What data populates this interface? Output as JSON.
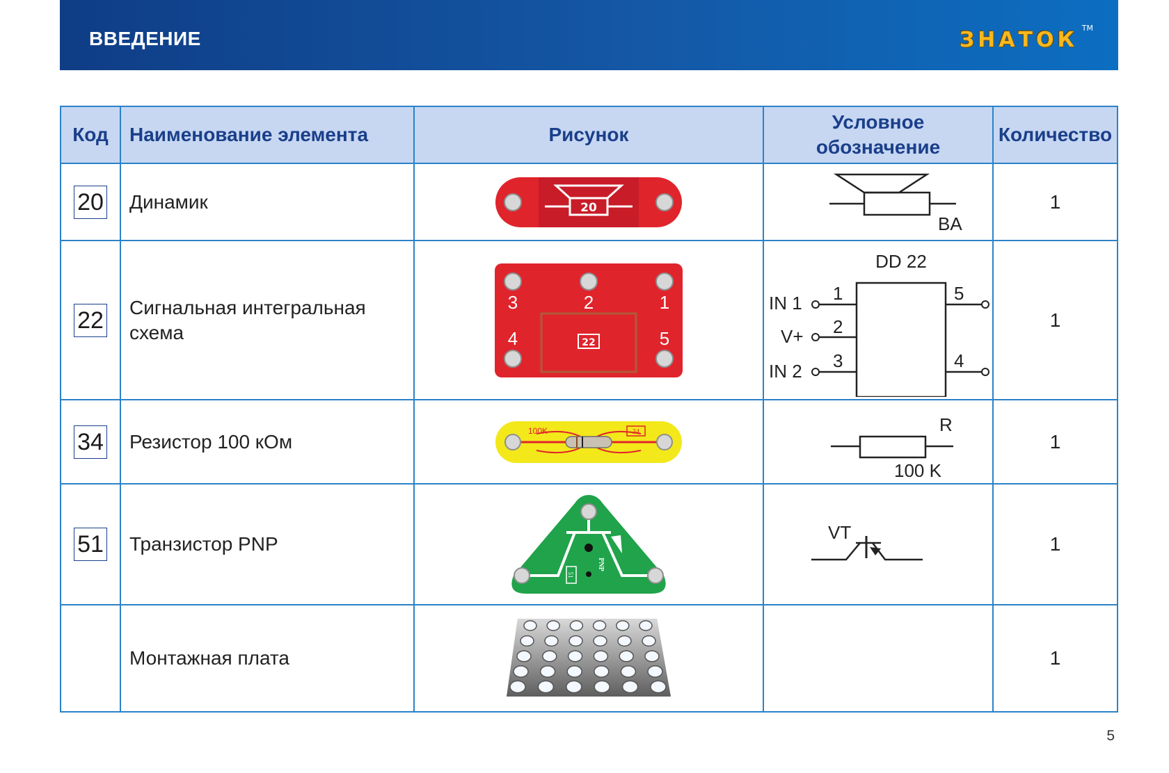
{
  "header": {
    "title": "ВВЕДЕНИЕ",
    "brand": "ЗНАТОК",
    "tm": "TM"
  },
  "table": {
    "columns": [
      "Код",
      "Наименование элемента",
      "Рисунок",
      "Условное обозначение",
      "Количество"
    ],
    "rows": [
      {
        "code": "20",
        "name": "Динамик",
        "picture_label": "20",
        "symbol": {
          "label": "BA"
        },
        "qty": "1"
      },
      {
        "code": "22",
        "name": "Сигнальная интегральная схема",
        "picture_label": "22",
        "picture_pins": [
          "3",
          "2",
          "1",
          "4",
          "5"
        ],
        "symbol": {
          "title": "DD 22",
          "left_inputs": [
            "IN 1",
            "V+",
            "IN 2"
          ],
          "left_pins": [
            "1",
            "2",
            "3"
          ],
          "right_pins": [
            "5",
            "4"
          ]
        },
        "qty": "1"
      },
      {
        "code": "34",
        "name": "Резистор 100 кОм",
        "picture_labels": [
          "100K",
          "34"
        ],
        "symbol": {
          "label": "R",
          "value": "100 K"
        },
        "qty": "1"
      },
      {
        "code": "51",
        "name": "Транзистор PNP",
        "picture_labels": [
          "51",
          "PNP"
        ],
        "symbol": {
          "label": "VT"
        },
        "qty": "1"
      },
      {
        "code": "",
        "name": "Монтажная плата",
        "qty": "1"
      }
    ]
  },
  "colors": {
    "header_bg": "#1458a6",
    "table_head_bg": "#c7d7f2",
    "border": "#2b82c8",
    "brand": "#f7b81f",
    "speaker": "#e0242c",
    "ic": "#e0242c",
    "resistor": "#f3e81a",
    "transistor": "#20a34a"
  },
  "page": {
    "number": "5"
  }
}
